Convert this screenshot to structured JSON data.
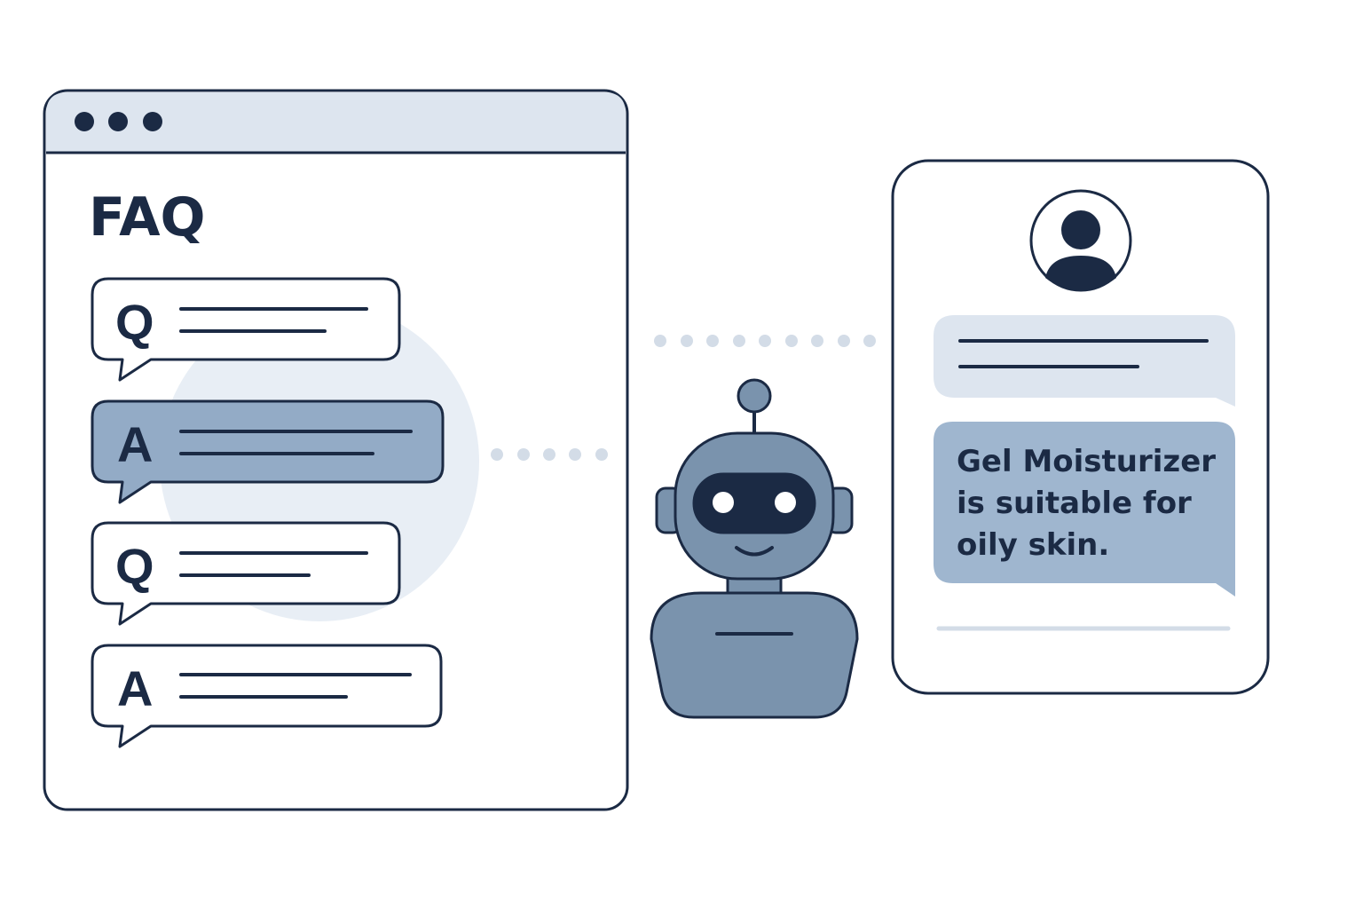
{
  "colors": {
    "ink": "#1b2a44",
    "light_fill": "#dde5ef",
    "highlight_fill": "#93abc6",
    "robot_fill": "#7a93ad",
    "halo": "#e8eef5",
    "dots": "#d3dce7",
    "reply_fill": "#9fb6cf",
    "white": "#ffffff"
  },
  "faq_window": {
    "title": "FAQ",
    "window_controls": [
      "dot-icon",
      "dot-icon",
      "dot-icon"
    ],
    "items": [
      {
        "letter": "Q",
        "highlighted": false
      },
      {
        "letter": "A",
        "highlighted": true
      },
      {
        "letter": "Q",
        "highlighted": false
      },
      {
        "letter": "A",
        "highlighted": false
      }
    ]
  },
  "robot": {
    "icon": "robot-icon"
  },
  "chat_panel": {
    "avatar_icon": "user-avatar-icon",
    "reply_lines": [
      "Gel Moisturizer",
      "is suitable for",
      "oily skin."
    ]
  }
}
